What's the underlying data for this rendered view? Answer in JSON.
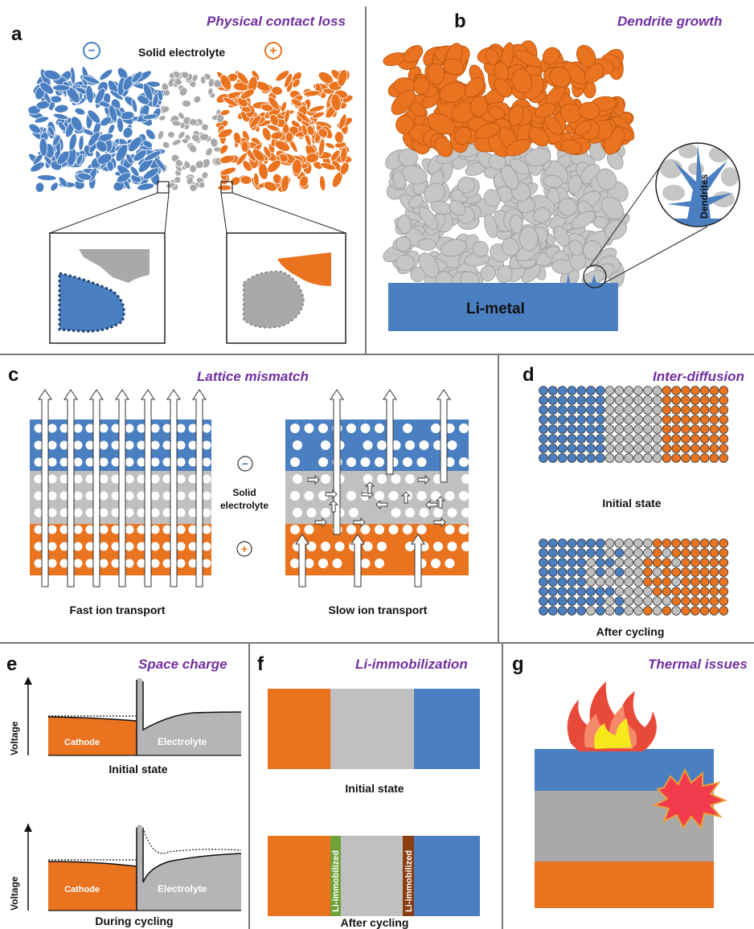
{
  "colors": {
    "blue": "#4a7fc1",
    "orange": "#e9731f",
    "gray": "#b5b5b5",
    "dark_blue": "#1f3f6e",
    "title_purple": "#7030a0",
    "green": "#6fa33a",
    "brown": "#8a3e12",
    "flame_red": "#e84a3a",
    "flame_yellow": "#f7e81b",
    "burst_red": "#f23b4c"
  },
  "panels": {
    "a": {
      "letter": "a",
      "title": "Physical contact loss",
      "electrolyte_label": "Solid electrolyte",
      "minus_sign": "−",
      "plus_sign": "+"
    },
    "b": {
      "letter": "b",
      "title": "Dendrite growth",
      "metal_label": "Li-metal",
      "dendrite_label": "Dendrites"
    },
    "c": {
      "letter": "c",
      "title": "Lattice mismatch",
      "electrolyte_line1": "Solid",
      "electrolyte_line2": "electrolyte",
      "minus_sign": "−",
      "plus_sign": "+",
      "fast_label": "Fast ion transport",
      "slow_label": "Slow ion transport"
    },
    "d": {
      "letter": "d",
      "title": "Inter-diffusion",
      "initial_label": "Initial state",
      "after_label": "After cycling"
    },
    "e": {
      "letter": "e",
      "title": "Space charge",
      "voltage_label": "Voltage",
      "cathode_label": "Cathode",
      "electrolyte_label": "Electrolyte",
      "initial_label": "Initial state",
      "during_label": "During cycling"
    },
    "f": {
      "letter": "f",
      "title": "Li-immobilization",
      "initial_label": "Initial state",
      "after_label": "After cycling",
      "immobilized_label": "Li-immobilized"
    },
    "g": {
      "letter": "g",
      "title": "Thermal issues"
    }
  }
}
